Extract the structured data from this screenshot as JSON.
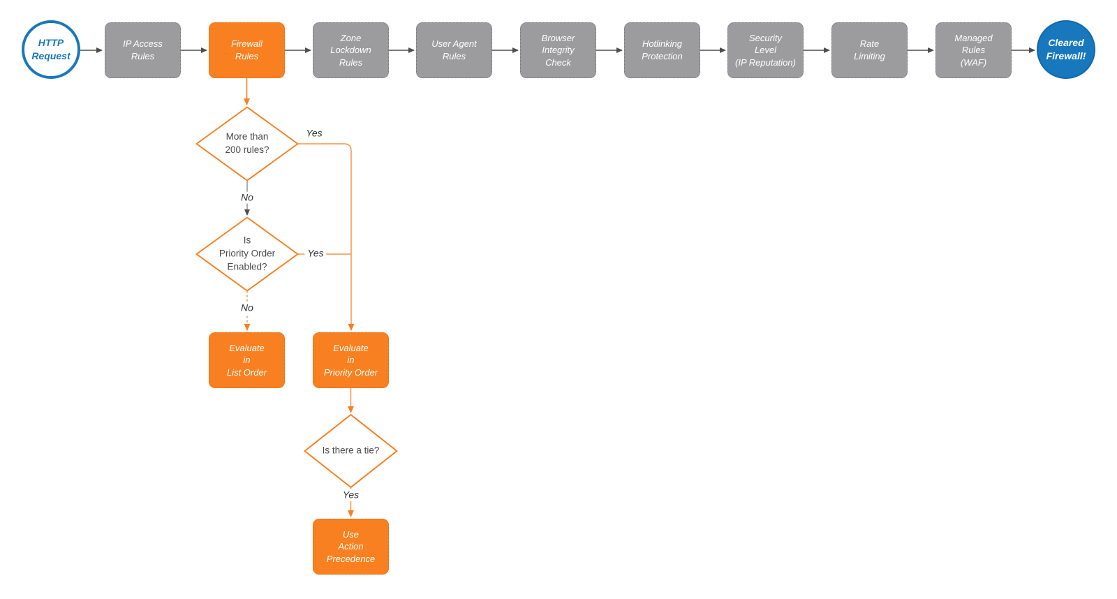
{
  "diagram": {
    "start": {
      "label": "HTTP\nRequest"
    },
    "end": {
      "label": "Cleared\nFirewall!"
    },
    "pipeline": [
      {
        "label": "IP Access\nRules",
        "highlight": false
      },
      {
        "label": "Firewall\nRules",
        "highlight": true
      },
      {
        "label": "Zone\nLockdown\nRules",
        "highlight": false
      },
      {
        "label": "User Agent\nRules",
        "highlight": false
      },
      {
        "label": "Browser\nIntegrity\nCheck",
        "highlight": false
      },
      {
        "label": "Hotlinking\nProtection",
        "highlight": false
      },
      {
        "label": "Security\nLevel\n(IP Reputation)",
        "highlight": false
      },
      {
        "label": "Rate\nLimiting",
        "highlight": false
      },
      {
        "label": "Managed\nRules\n(WAF)",
        "highlight": false
      }
    ],
    "decisions": [
      {
        "label": "More than\n200 rules?"
      },
      {
        "label": "Is\nPriority Order\nEnabled?"
      },
      {
        "label": "Is there a tie?"
      }
    ],
    "processes": [
      {
        "label": "Evaluate\nin\nList Order"
      },
      {
        "label": "Evaluate\nin\nPriority Order"
      },
      {
        "label": "Use\nAction\nPrecedence"
      }
    ],
    "edge_labels": {
      "d1_yes": "Yes",
      "d1_no": "No",
      "d2_yes": "Yes",
      "d2_no": "No",
      "d3_yes": "Yes"
    },
    "colors": {
      "orange": "#f88020",
      "gray": "#9c9c9e",
      "blue": "#1878be",
      "arrow_gray": "#4d4d4d",
      "text_dark": "#4b4b4b"
    }
  }
}
